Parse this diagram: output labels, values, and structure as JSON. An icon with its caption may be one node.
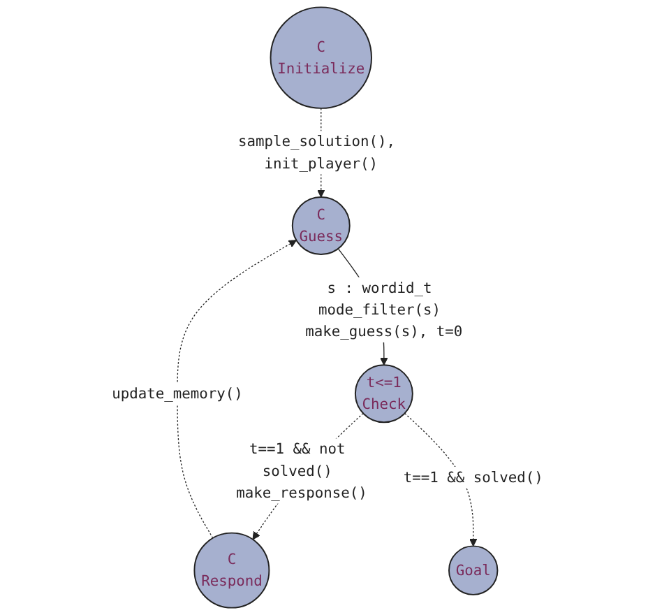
{
  "diagram": {
    "nodes": [
      {
        "text": [
          "C",
          "Initialize"
        ]
      },
      {
        "text": [
          "C",
          "Guess"
        ]
      },
      {
        "text": [
          "C",
          "Respond"
        ]
      },
      {
        "text": [
          "t<=1",
          "Check"
        ]
      },
      {
        "text": [
          "Goal"
        ]
      }
    ],
    "edges": [
      {
        "from": 0,
        "to": 1,
        "arrow": "to",
        "style": "dashed",
        "label": "sample_solution(), init_player()"
      },
      {
        "from": 1,
        "to": 3,
        "arrow": "to",
        "label": "s : wordid_t mode_filter(s) make_guess(s), t=0"
      },
      {
        "from": 3,
        "to": 2,
        "arrow": "to",
        "style": "dashed",
        "label": "t==1 && not solved() make_response()"
      },
      {
        "from": 2,
        "to": 1,
        "arrow": "to",
        "style": "dashed",
        "label": "update_memory()"
      },
      {
        "from": 3,
        "to": 4,
        "arrow": "to",
        "style": "dashed",
        "label": "t==1 && solved()"
      }
    ]
  }
}
